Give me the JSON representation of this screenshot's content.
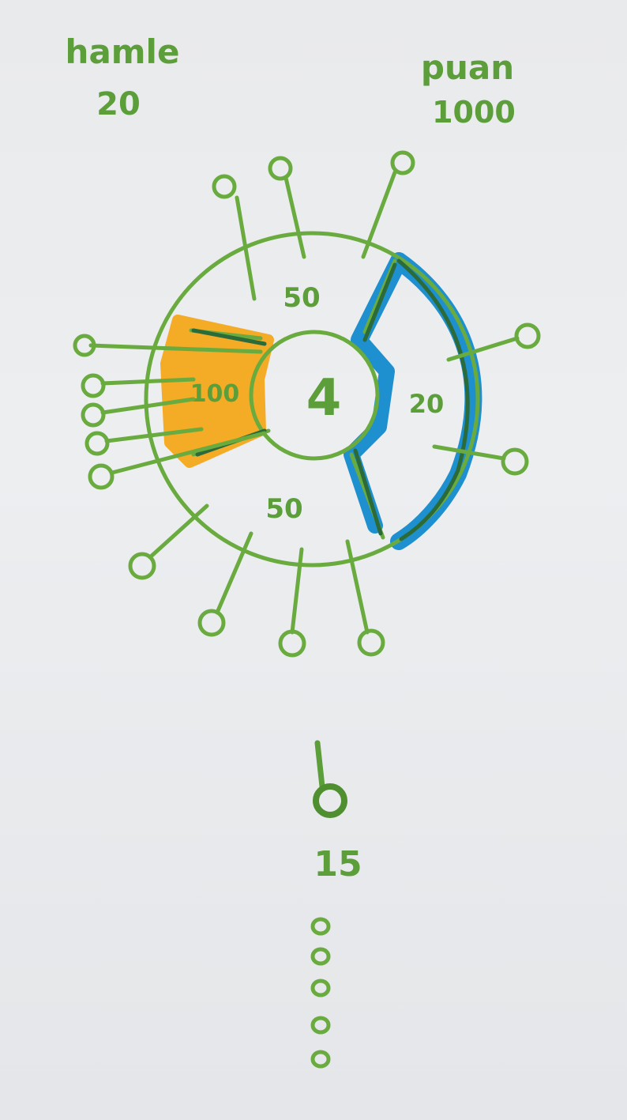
{
  "corner_labels": {
    "top_left": {
      "title": "hamle",
      "value": "20"
    },
    "top_right": {
      "title": "puan",
      "value": "1000"
    }
  },
  "board": {
    "center_value": "4",
    "segments": {
      "top": "50",
      "left": "100",
      "right": "20",
      "bottom": "50"
    },
    "highlight_colors": {
      "left_segment": "#f5a81c",
      "right_segment": "#1e8fcf"
    },
    "line_color": "#6aab3f"
  },
  "bottom_piece": {
    "value": "15",
    "remaining_count": 5
  }
}
